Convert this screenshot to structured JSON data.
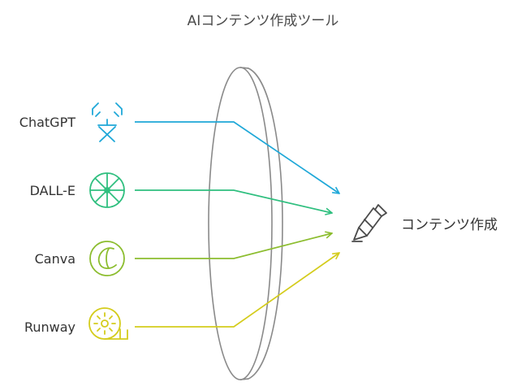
{
  "title": "AIコンテンツ作成ツール",
  "sources": [
    {
      "label": "ChatGPT",
      "icon": "translate-icon",
      "color": "#1fa8d8"
    },
    {
      "label": "DALL-E",
      "icon": "wheel-icon",
      "color": "#2fbf7f"
    },
    {
      "label": "Canva",
      "icon": "canva-logo-icon",
      "color": "#8cbd2f"
    },
    {
      "label": "Runway",
      "icon": "film-reel-icon",
      "color": "#d4cc1c"
    }
  ],
  "target": {
    "label": "コンテンツ作成",
    "icon": "pen-icon"
  },
  "colors": {
    "lens": "#8a8a8a",
    "text": "#333333"
  }
}
